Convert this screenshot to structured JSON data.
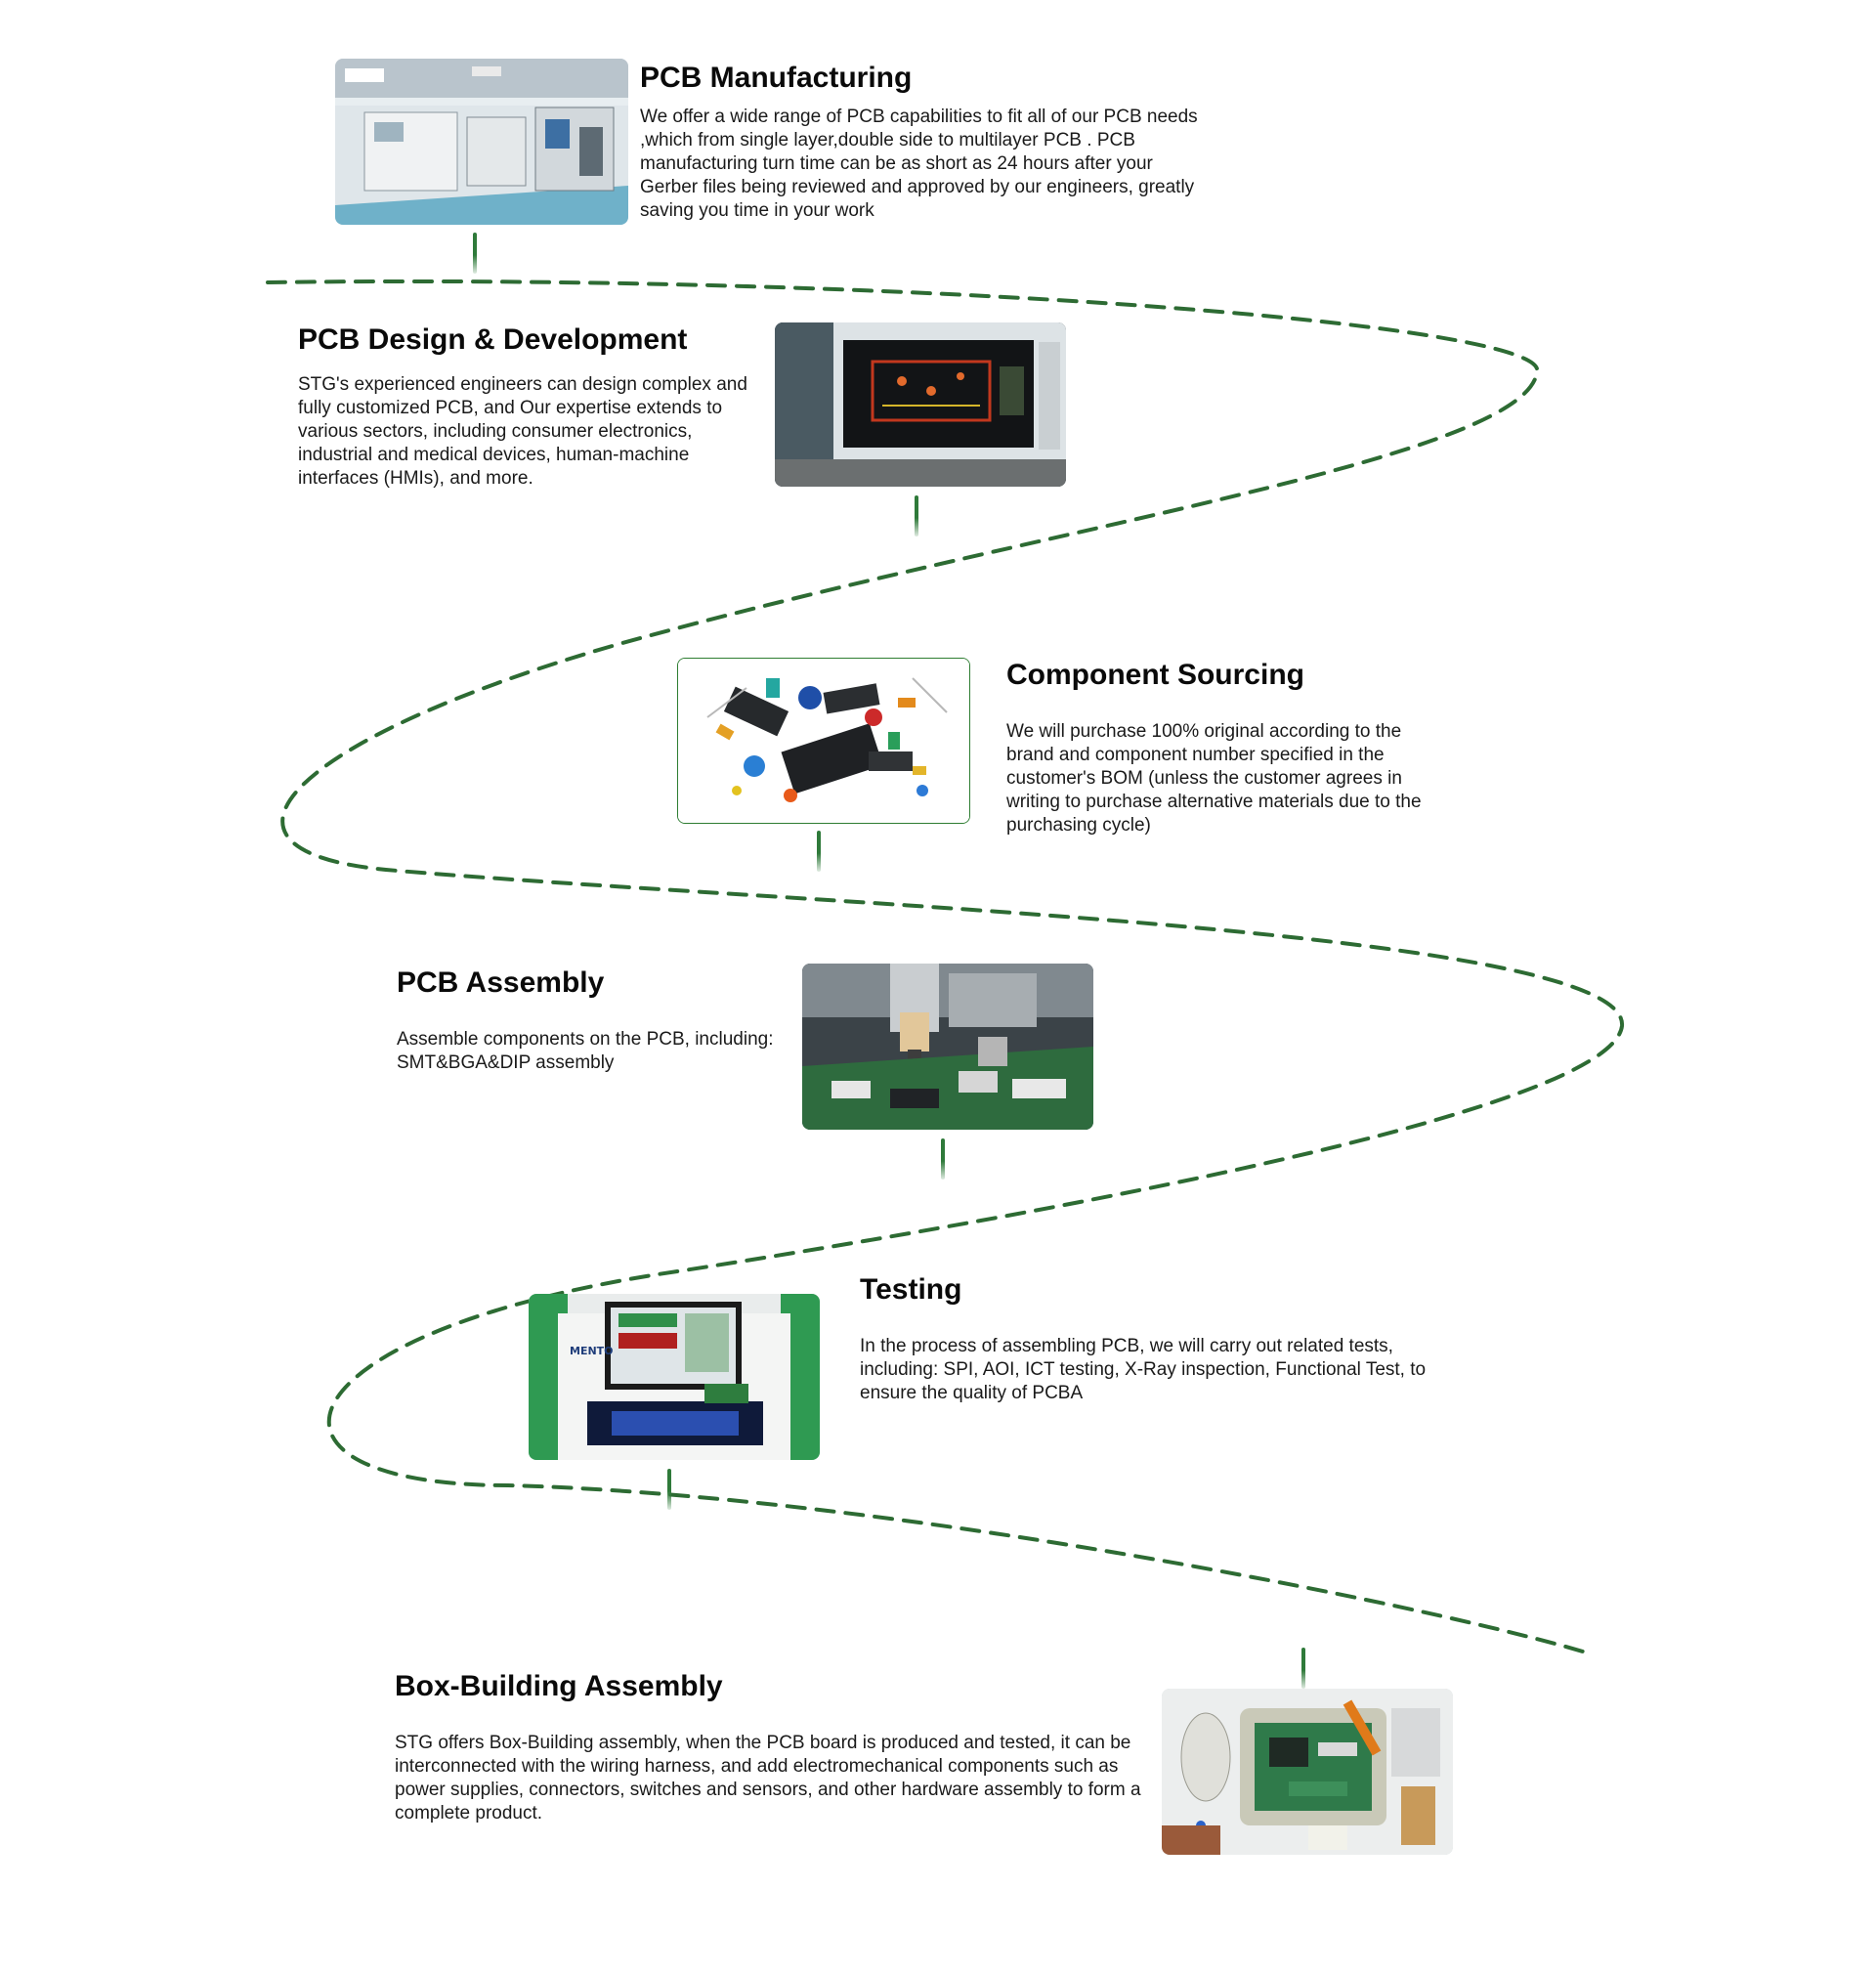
{
  "accent_color": "#2d6b33",
  "steps": [
    {
      "title": "PCB Manufacturing",
      "description": "We offer a wide range of PCB capabilities to fit all of our PCB needs ,which from single layer,double side to multilayer PCB . PCB manufacturing turn time can be as short as 24 hours after your Gerber files being reviewed and approved by our engineers, greatly saving you time in your work",
      "image": "factory-floor-photo"
    },
    {
      "title": "PCB Design & Development",
      "description": "STG's experienced engineers can design complex and fully customized PCB, and Our expertise extends to various sectors, including consumer electronics, industrial and medical devices, human-machine interfaces (HMIs), and more.",
      "image": "pcb-design-screen-photo"
    },
    {
      "title": "Component Sourcing",
      "description": "We will purchase 100% original according to the brand and component number specified in the customer's BOM (unless the customer agrees in writing to purchase alternative materials due to the purchasing cycle)",
      "image": "electronic-components-photo"
    },
    {
      "title": "PCB Assembly",
      "description": "Assemble components on the PCB, including: SMT&BGA&DIP assembly",
      "image": "pick-and-place-machine-photo"
    },
    {
      "title": "Testing",
      "description": "In the process of assembling PCB, we will carry out related tests, including: SPI, AOI, ICT testing, X-Ray inspection, Functional Test, to ensure the quality of PCBA",
      "image": "aoi-test-machine-photo"
    },
    {
      "title": "Box-Building Assembly",
      "description": "STG offers Box-Building assembly, when the PCB board is produced and tested, it can be interconnected with the wiring harness, and add electromechanical components such as power supplies, connectors, switches and sensors, and other hardware assembly to form a complete product.",
      "image": "box-build-parts-photo"
    }
  ],
  "photo_text": {
    "tester_brand": "MENTO"
  }
}
